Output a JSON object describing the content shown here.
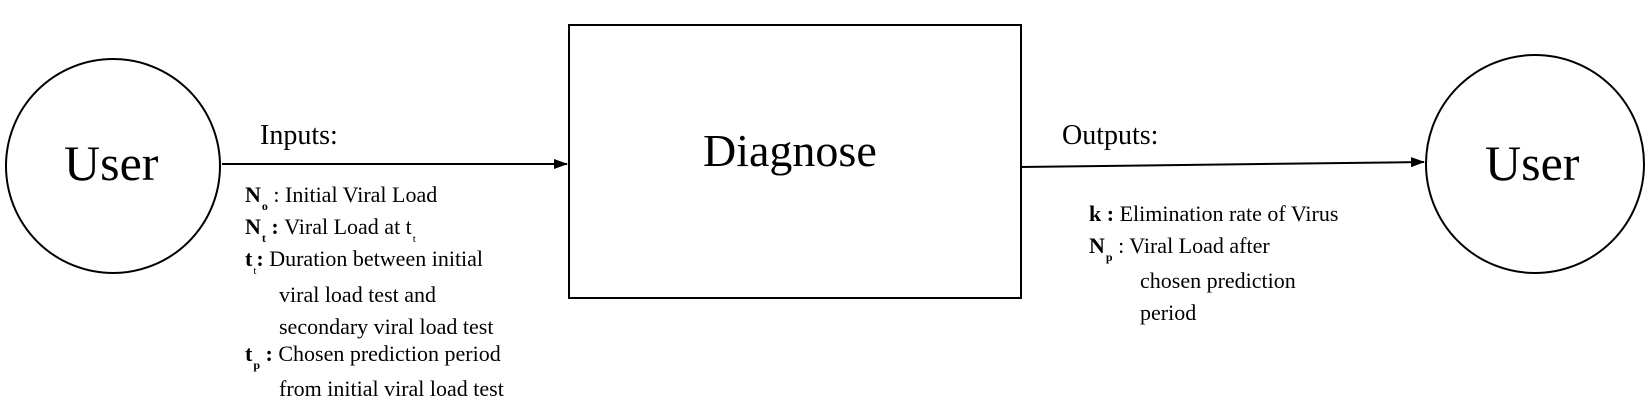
{
  "nodes": {
    "user_left": {
      "label": "User"
    },
    "process": {
      "label": "Diagnose"
    },
    "user_right": {
      "label": "User"
    }
  },
  "inputs": {
    "title": "Inputs:",
    "items": [
      {
        "symbol": "N",
        "sub": "o",
        "sep": " : ",
        "text": [
          "Initial Viral Load"
        ]
      },
      {
        "symbol": "N",
        "sub": "t",
        "sep": " : ",
        "text": [
          "Viral Load at t"
        ],
        "text_sub": "t"
      },
      {
        "symbol": "t",
        "sub": "t",
        "sep": ": ",
        "text": [
          "Duration between initial",
          "viral load test and",
          "secondary viral load test"
        ]
      },
      {
        "symbol": "t",
        "sub": "p",
        "sep": " : ",
        "text": [
          "Chosen prediction period",
          "from initial viral load test"
        ]
      }
    ]
  },
  "outputs": {
    "title": "Outputs:",
    "items": [
      {
        "symbol": "k",
        "sub": "",
        "sep": " : ",
        "text": [
          "Elimination rate of Virus"
        ]
      },
      {
        "symbol": "N",
        "sub": "p",
        "sep": " : ",
        "text": [
          "Viral Load after",
          "chosen prediction",
          "period"
        ]
      }
    ]
  }
}
